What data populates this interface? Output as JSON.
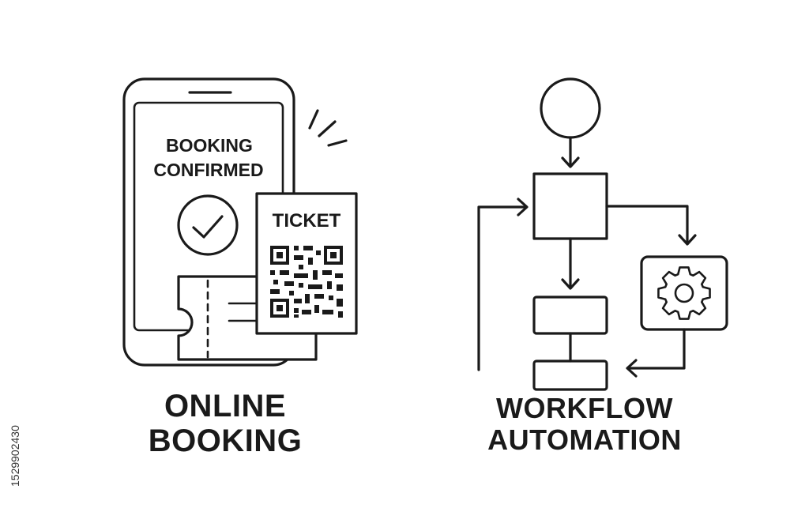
{
  "booking_panel": {
    "screen_text": [
      "BOOKING",
      "CONFIRMED"
    ],
    "ticket_label": "TICKET",
    "caption": [
      "ONLINE",
      "BOOKING"
    ]
  },
  "workflow_panel": {
    "caption": [
      "WORKFLOW",
      "AUTOMATION"
    ]
  },
  "stock_id": "1529902430",
  "icons": [
    "phone-icon",
    "checkmark-icon",
    "ticket-icon",
    "qr-code-icon",
    "flowchart-icon",
    "gear-icon"
  ]
}
